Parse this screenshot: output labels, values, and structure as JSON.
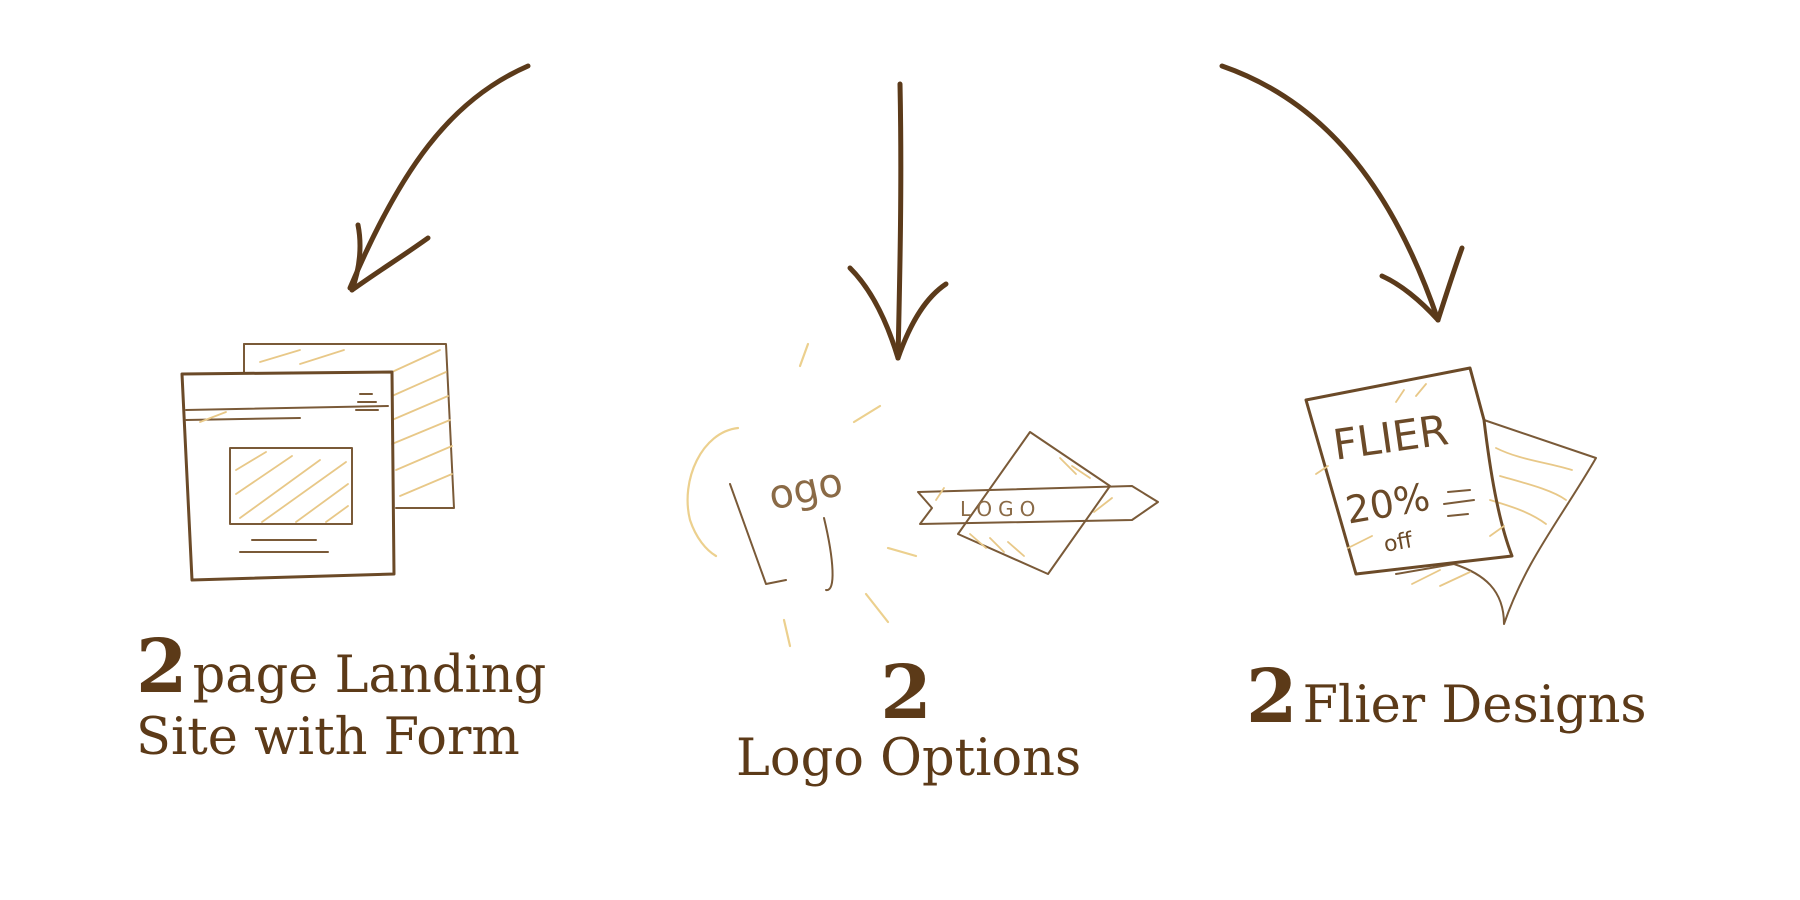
{
  "items": [
    {
      "number": "2",
      "line1": "page Landing",
      "line2": "Site with Form",
      "icon": "webpage-sketch-icon"
    },
    {
      "number": "2",
      "label": "Logo Options",
      "icon": "logo-sketch-icon",
      "sketch_text": [
        "Logo",
        "LOGO"
      ]
    },
    {
      "number": "2",
      "label": "Flier Designs",
      "icon": "flier-sketch-icon",
      "sketch_text": [
        "FLIER",
        "20%",
        "off"
      ]
    }
  ],
  "colors": {
    "ink": "#5c3a18",
    "sketch": "#6b4a28",
    "highlight": "#e8c888",
    "background": "#ffffff"
  }
}
